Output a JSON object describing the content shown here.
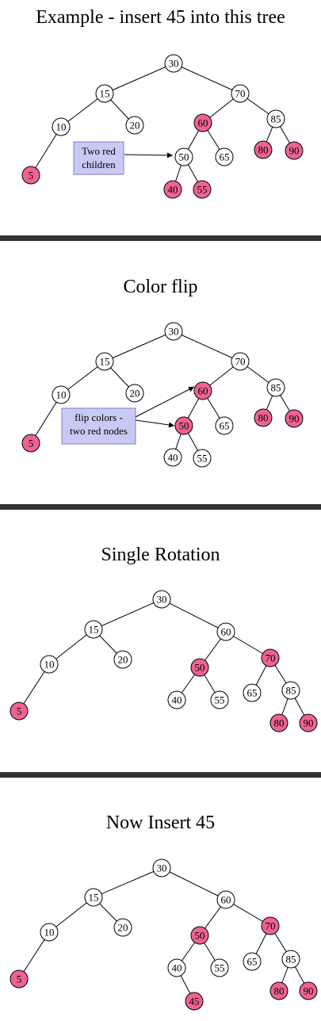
{
  "colors": {
    "red": "#f06292",
    "black": "#ffffff",
    "stroke": "#000000",
    "callout": "#c9c9f5"
  },
  "panels": [
    {
      "title": "Example - insert 45 into this tree",
      "nodes": [
        {
          "v": "30",
          "red": false
        },
        {
          "v": "15",
          "red": false
        },
        {
          "v": "70",
          "red": false
        },
        {
          "v": "10",
          "red": false
        },
        {
          "v": "20",
          "red": false
        },
        {
          "v": "60",
          "red": true
        },
        {
          "v": "85",
          "red": false
        },
        {
          "v": "5",
          "red": true
        },
        {
          "v": "50",
          "red": false
        },
        {
          "v": "65",
          "red": false
        },
        {
          "v": "80",
          "red": true
        },
        {
          "v": "90",
          "red": true
        },
        {
          "v": "40",
          "red": true
        },
        {
          "v": "55",
          "red": true
        }
      ],
      "callout": [
        "Two red",
        "children"
      ]
    },
    {
      "title": "Color flip",
      "nodes": [
        {
          "v": "30",
          "red": false
        },
        {
          "v": "15",
          "red": false
        },
        {
          "v": "70",
          "red": false
        },
        {
          "v": "10",
          "red": false
        },
        {
          "v": "20",
          "red": false
        },
        {
          "v": "60",
          "red": true
        },
        {
          "v": "85",
          "red": false
        },
        {
          "v": "5",
          "red": true
        },
        {
          "v": "50",
          "red": true
        },
        {
          "v": "65",
          "red": false
        },
        {
          "v": "80",
          "red": true
        },
        {
          "v": "90",
          "red": true
        },
        {
          "v": "40",
          "red": false
        },
        {
          "v": "55",
          "red": false
        }
      ],
      "callout": [
        "flip colors -",
        "two red nodes"
      ]
    },
    {
      "title": "Single Rotation",
      "nodes": [
        {
          "v": "30",
          "red": false
        },
        {
          "v": "15",
          "red": false
        },
        {
          "v": "60",
          "red": false
        },
        {
          "v": "10",
          "red": false
        },
        {
          "v": "20",
          "red": false
        },
        {
          "v": "50",
          "red": true
        },
        {
          "v": "70",
          "red": true
        },
        {
          "v": "5",
          "red": true
        },
        {
          "v": "40",
          "red": false
        },
        {
          "v": "55",
          "red": false
        },
        {
          "v": "65",
          "red": false
        },
        {
          "v": "85",
          "red": false
        },
        {
          "v": "80",
          "red": true
        },
        {
          "v": "90",
          "red": true
        }
      ]
    },
    {
      "title": "Now Insert 45",
      "nodes": [
        {
          "v": "30",
          "red": false
        },
        {
          "v": "15",
          "red": false
        },
        {
          "v": "60",
          "red": false
        },
        {
          "v": "10",
          "red": false
        },
        {
          "v": "20",
          "red": false
        },
        {
          "v": "50",
          "red": true
        },
        {
          "v": "70",
          "red": true
        },
        {
          "v": "5",
          "red": true
        },
        {
          "v": "40",
          "red": false
        },
        {
          "v": "55",
          "red": false
        },
        {
          "v": "65",
          "red": false
        },
        {
          "v": "85",
          "red": false
        },
        {
          "v": "80",
          "red": true
        },
        {
          "v": "90",
          "red": true
        },
        {
          "v": "45",
          "red": true
        }
      ]
    }
  ]
}
